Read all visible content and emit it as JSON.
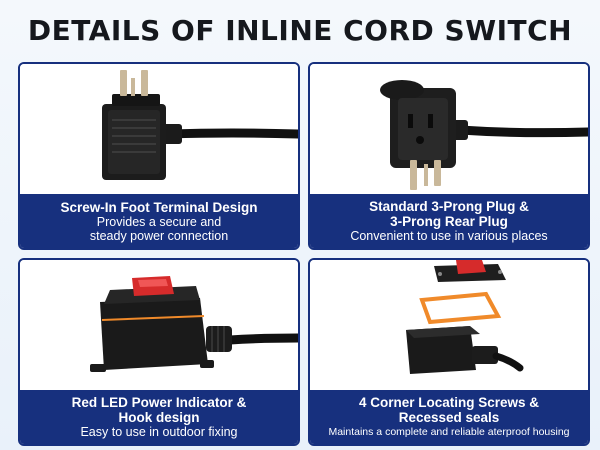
{
  "header": {
    "title": "DETAILS OF INLINE CORD SWITCH"
  },
  "colors": {
    "navy": "#17307e",
    "black": "#15181d",
    "red": "#d62b2b",
    "orange": "#f08a2a"
  },
  "cards": [
    {
      "title_lines": [
        "Screw-In Foot Terminal Design"
      ],
      "desc": [
        "Provides a secure and",
        "steady power connection"
      ],
      "icon": "angled-plug-side-icon"
    },
    {
      "title_lines": [
        "Standard 3-Prong Plug &",
        "3-Prong Rear Plug"
      ],
      "desc": [
        "Convenient to use in various places"
      ],
      "icon": "three-prong-plug-icon"
    },
    {
      "title_lines": [
        "Red LED Power Indicator &",
        "Hook design"
      ],
      "desc": [
        "Easy to use in outdoor fixing"
      ],
      "icon": "switch-box-icon"
    },
    {
      "title_lines": [
        "4 Corner Locating Screws &",
        "Recessed seals"
      ],
      "desc": [
        "Maintains a complete and reliable aterproof housing"
      ],
      "icon": "exploded-housing-icon"
    }
  ]
}
